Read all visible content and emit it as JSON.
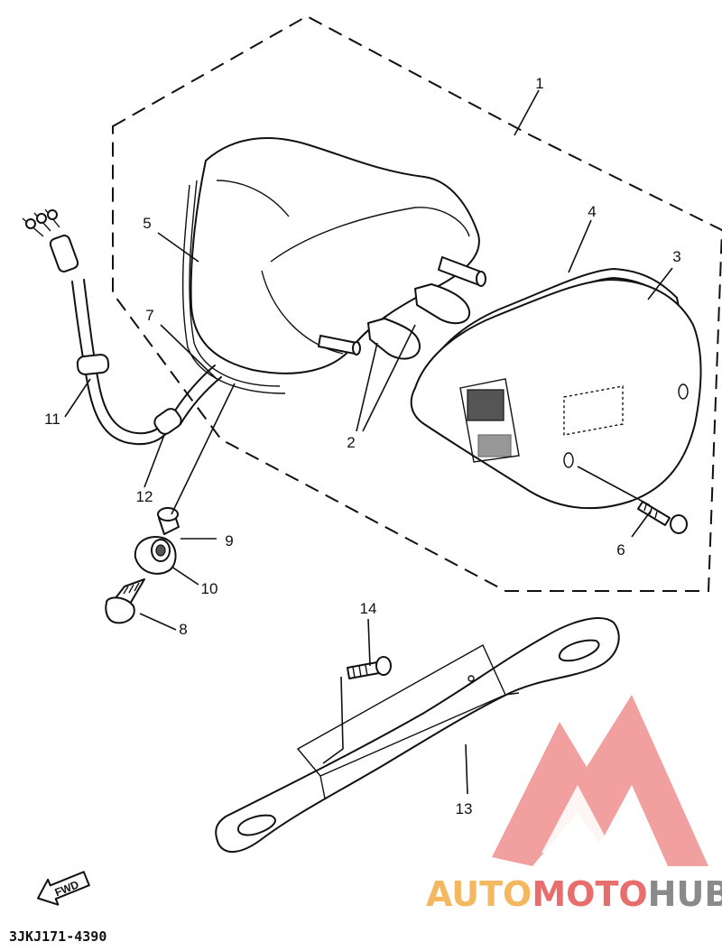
{
  "diagram": {
    "code": "3JKJ171-4390",
    "fwd_label": "FWD",
    "callouts": [
      {
        "id": "c1",
        "label": "1"
      },
      {
        "id": "c2",
        "label": "2"
      },
      {
        "id": "c3",
        "label": "3"
      },
      {
        "id": "c4",
        "label": "4"
      },
      {
        "id": "c5",
        "label": "5"
      },
      {
        "id": "c6",
        "label": "6"
      },
      {
        "id": "c7",
        "label": "7"
      },
      {
        "id": "c8",
        "label": "8"
      },
      {
        "id": "c9",
        "label": "9"
      },
      {
        "id": "c10",
        "label": "10"
      },
      {
        "id": "c11",
        "label": "11"
      },
      {
        "id": "c12",
        "label": "12"
      },
      {
        "id": "c13",
        "label": "13"
      },
      {
        "id": "c14",
        "label": "14"
      }
    ]
  },
  "watermark": {
    "part1": "AUTO",
    "part2": "MOTO",
    "part3": "HUB",
    "colors": {
      "auto": "#f4b860",
      "moto": "#e86d6d",
      "hub": "#8a8a8a",
      "logo": "#ef8f8f"
    }
  }
}
